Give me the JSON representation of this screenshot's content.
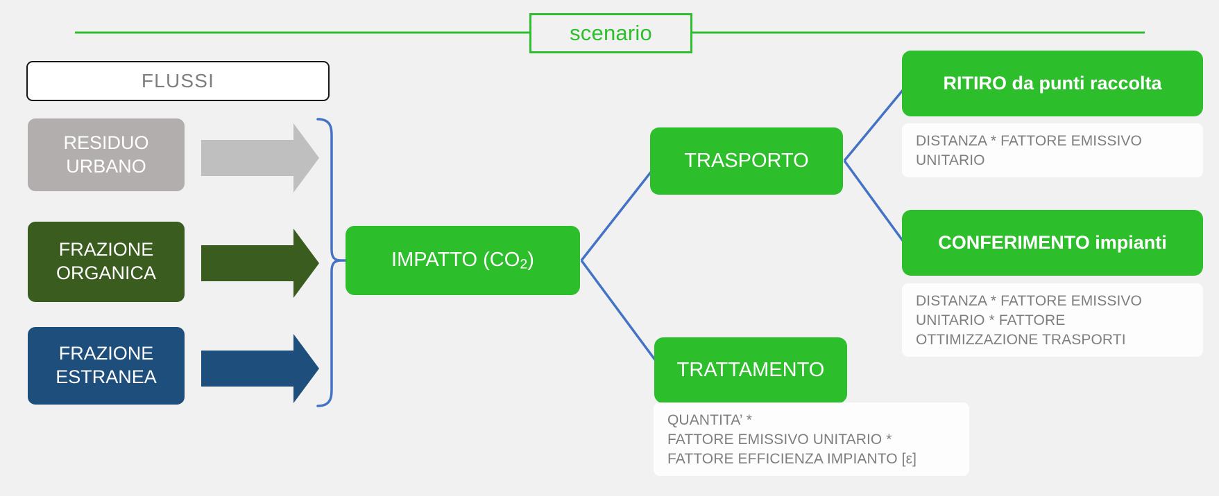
{
  "colors": {
    "background": "#F1F1F1",
    "green_accent": "#2DBE2C",
    "connector_blue": "#4472C4",
    "residuo_gray": "#B2AEAD",
    "organica_green": "#3A5C1F",
    "estranea_blue": "#1E4F7C",
    "caption_text": "#7E7E7E",
    "flussi_border": "#161616"
  },
  "header": {
    "scenario_label": "scenario"
  },
  "flussi": {
    "title": "FLUSSI",
    "items": [
      {
        "label_line1": "RESIDUO",
        "label_line2": "URBANO",
        "color": "#B2AEAD",
        "arrow_name": "arrow-residuo-urbano"
      },
      {
        "label_line1": "FRAZIONE",
        "label_line2": "ORGANICA",
        "color": "#3A5C1F",
        "arrow_name": "arrow-frazione-organica"
      },
      {
        "label_line1": "FRAZIONE",
        "label_line2": "ESTRANEA",
        "color": "#1E4F7C",
        "arrow_name": "arrow-frazione-estranea"
      }
    ]
  },
  "nodes": {
    "impatto": {
      "label_prefix": "IMPATTO (CO",
      "label_sub": "2",
      "label_suffix": ")"
    },
    "trasporto": {
      "label": "TRASPORTO"
    },
    "trattamento": {
      "label": "TRATTAMENTO"
    },
    "ritiro": {
      "label": "RITIRO da punti raccolta"
    },
    "conferimento": {
      "label": "CONFERIMENTO impianti"
    }
  },
  "captions": {
    "ritiro": {
      "line1": "DISTANZA * FATTORE EMISSIVO",
      "line2": "UNITARIO"
    },
    "conferimento": {
      "line1": "DISTANZA * FATTORE EMISSIVO",
      "line2": "UNITARIO * FATTORE",
      "line3": "OTTIMIZZAZIONE TRASPORTI"
    },
    "trattamento": {
      "line1": "QUANTITA’ *",
      "line2": "FATTORE EMISSIVO UNITARIO *",
      "line3": "FATTORE EFFICIENZA IMPIANTO [ε]"
    }
  }
}
